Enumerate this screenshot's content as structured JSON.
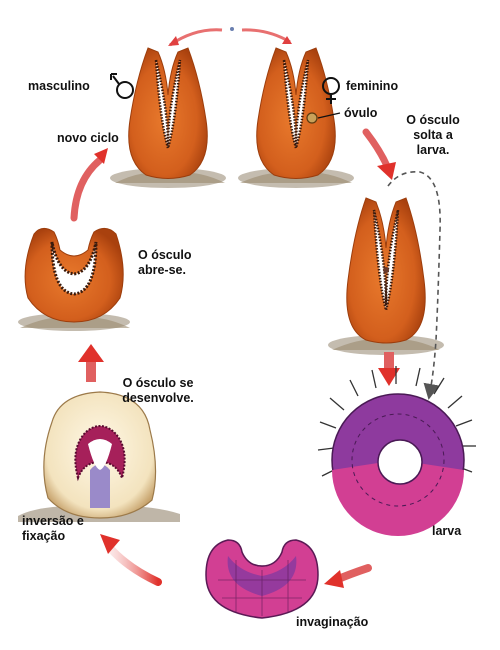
{
  "labels": {
    "masculino": "masculino",
    "feminino": "feminino",
    "ovulo": "óvulo",
    "novo_ciclo": "novo ciclo",
    "osculo_solta": "O ósculo\nsolta a\nlarva.",
    "osculo_abre": "O ósculo\nabre-se.",
    "osculo_desenvolve": "O ósculo se\ndesenvolve.",
    "inversao": "inversão e\nfixação",
    "larva": "larva",
    "invaginacao": "invaginação"
  },
  "symbols": {
    "male": "male-symbol-icon",
    "female": "female-symbol-icon"
  },
  "colors": {
    "sponge_body": "#d9661f",
    "sponge_shade": "#b4470f",
    "arrow_red": "#e0312b",
    "larva_purple": "#8e3a9e",
    "larva_magenta": "#d23f93",
    "larva_cilia": "#333333",
    "substrate": "#8a7a60",
    "dashed_arrow": "#555555"
  }
}
